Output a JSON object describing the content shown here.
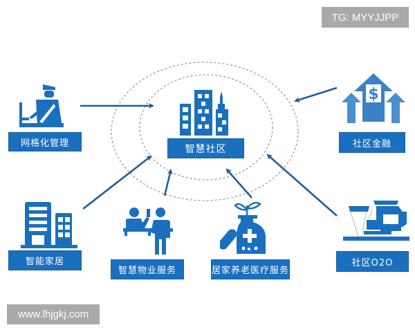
{
  "watermarks": {
    "top_right": "TG: MYYJJPP",
    "bottom_left": "www.lhjgkj.com"
  },
  "diagram": {
    "center": {
      "label": "智慧社区",
      "icon": "city-buildings-icon"
    },
    "nodes": [
      {
        "id": "grid-management",
        "label": "网格化管理",
        "icon": "guard-at-desk-icon"
      },
      {
        "id": "community-finance",
        "label": "社区金融",
        "icon": "dollar-up-arrows-icon"
      },
      {
        "id": "smart-home",
        "label": "智能家居",
        "icon": "apartment-buildings-icon"
      },
      {
        "id": "smart-property",
        "label": "智慧物业服务",
        "icon": "reception-counter-icon"
      },
      {
        "id": "elderly-medical",
        "label": "居家养老医疗服务",
        "icon": "medicine-bottle-plant-icon"
      },
      {
        "id": "community-o2o",
        "label": "社区O2O",
        "icon": "tea-set-icon"
      }
    ],
    "edges": [
      {
        "from": "grid-management",
        "to": "center"
      },
      {
        "from": "community-finance",
        "to": "center"
      },
      {
        "from": "smart-home",
        "to": "center"
      },
      {
        "from": "smart-property",
        "to": "center"
      },
      {
        "from": "elderly-medical",
        "to": "center"
      },
      {
        "from": "community-o2o",
        "to": "center"
      }
    ]
  },
  "colors": {
    "primary_blue": "#1b6fbf",
    "light_blue": "#4a8fd0",
    "arrow": "#1f5d94",
    "dashed": "#9a9a9a",
    "watermark_bg": "#a9a9a9"
  }
}
